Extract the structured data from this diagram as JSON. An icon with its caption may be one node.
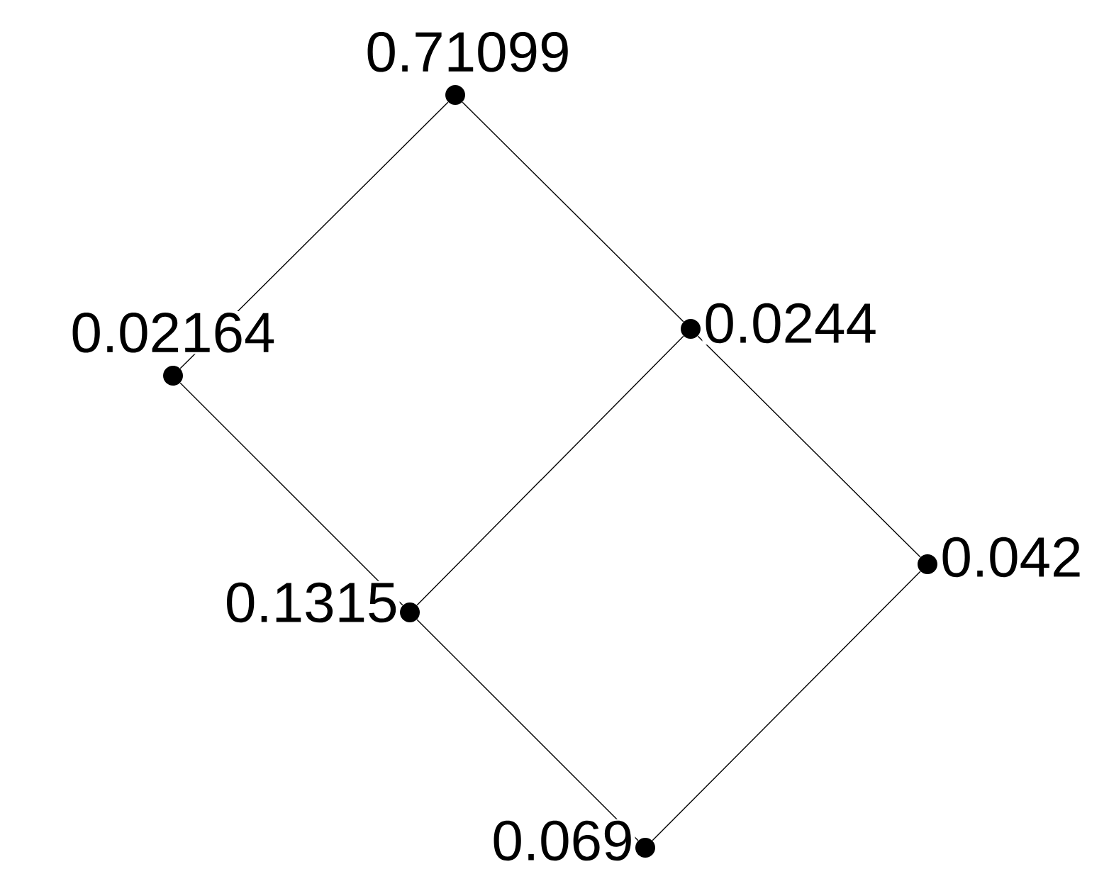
{
  "diagram": {
    "nodes": [
      {
        "text": [
          "0.71099"
        ]
      },
      {
        "text": [
          "0.02164"
        ]
      },
      {
        "text": [
          "0.0244"
        ]
      },
      {
        "text": [
          "0.1315"
        ]
      },
      {
        "text": [
          "0.042"
        ]
      },
      {
        "text": [
          "0.069"
        ]
      }
    ],
    "edges": [
      {
        "from": 0,
        "to": 1,
        "arrow": "none"
      },
      {
        "from": 0,
        "to": 2,
        "arrow": "none"
      },
      {
        "from": 1,
        "to": 3,
        "arrow": "none"
      },
      {
        "from": 2,
        "to": 3,
        "arrow": "none"
      },
      {
        "from": 2,
        "to": 4,
        "arrow": "none"
      },
      {
        "from": 3,
        "to": 5,
        "arrow": "none"
      },
      {
        "from": 4,
        "to": 5,
        "arrow": "none"
      }
    ]
  }
}
